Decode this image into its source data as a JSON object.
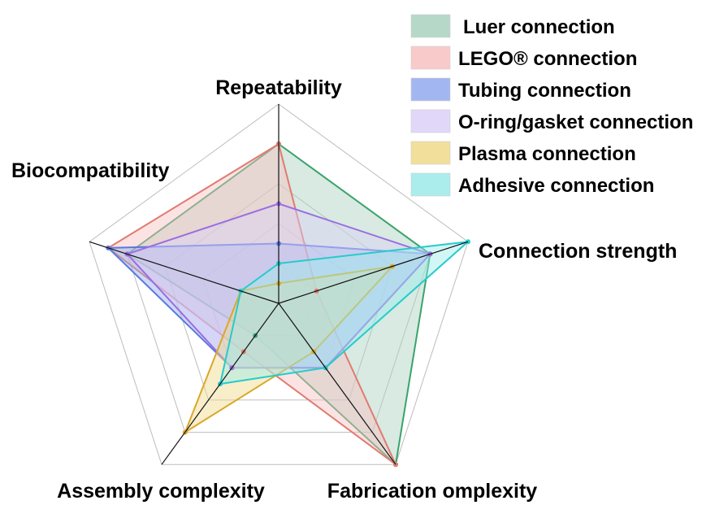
{
  "chart_data": {
    "type": "radar",
    "axes": [
      "Repeatability",
      "Connection strength",
      "Fabrication omplexity",
      "Assembly complexity",
      "Biocompatibility"
    ],
    "range": [
      0,
      5
    ],
    "grid": true,
    "legend_position": "top-right",
    "series": [
      {
        "name": "Luer connection",
        "values": [
          4,
          4,
          5,
          1,
          4
        ],
        "fill": "#a9d1bf",
        "stroke": "#3aa36b"
      },
      {
        "name": "LEGO® connection",
        "values": [
          4,
          1,
          5,
          1.5,
          4.5
        ],
        "fill": "#f8c1c1",
        "stroke": "#e07b70"
      },
      {
        "name": "Tubing connection",
        "values": [
          1.5,
          4,
          2,
          2,
          4.5
        ],
        "fill": "#92aaf0",
        "stroke": "#5b78e0"
      },
      {
        "name": "O-ring/gasket connection",
        "values": [
          2.5,
          4,
          2,
          2,
          4
        ],
        "fill": "#dcd0f7",
        "stroke": "#9b6de0"
      },
      {
        "name": "Plasma connection",
        "values": [
          0.5,
          3,
          1.5,
          4,
          1
        ],
        "fill": "#efd98a",
        "stroke": "#d8a928"
      },
      {
        "name": "Adhesive connection",
        "values": [
          1,
          5,
          2,
          2.5,
          1
        ],
        "fill": "#9ceaea",
        "stroke": "#26cbcb"
      }
    ]
  }
}
